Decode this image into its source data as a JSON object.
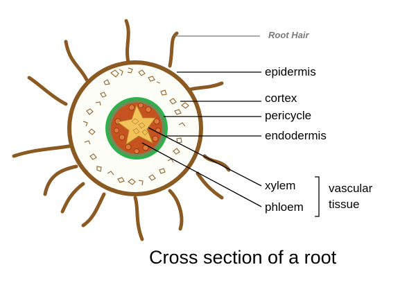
{
  "labels": {
    "root_hair": "Root Hair",
    "epidermis": "epidermis",
    "cortex": "cortex",
    "pericycle": "pericycle",
    "endodermis": "endodermis",
    "xylem": "xylem",
    "phloem": "phloem",
    "vascular_line1": "vascular",
    "vascular_line2": "tissue"
  },
  "caption": "Cross section of a root",
  "colors": {
    "epidermis": "#8a5a22",
    "cortex_fill": "#fdfdf8",
    "cortex_cells": "#9b6b3a",
    "endodermis": "#2bb24a",
    "pericycle": "#6b8e5a",
    "phloem": "#c5521f",
    "xylem": "#f3c25a",
    "leader_line": "#000000"
  }
}
